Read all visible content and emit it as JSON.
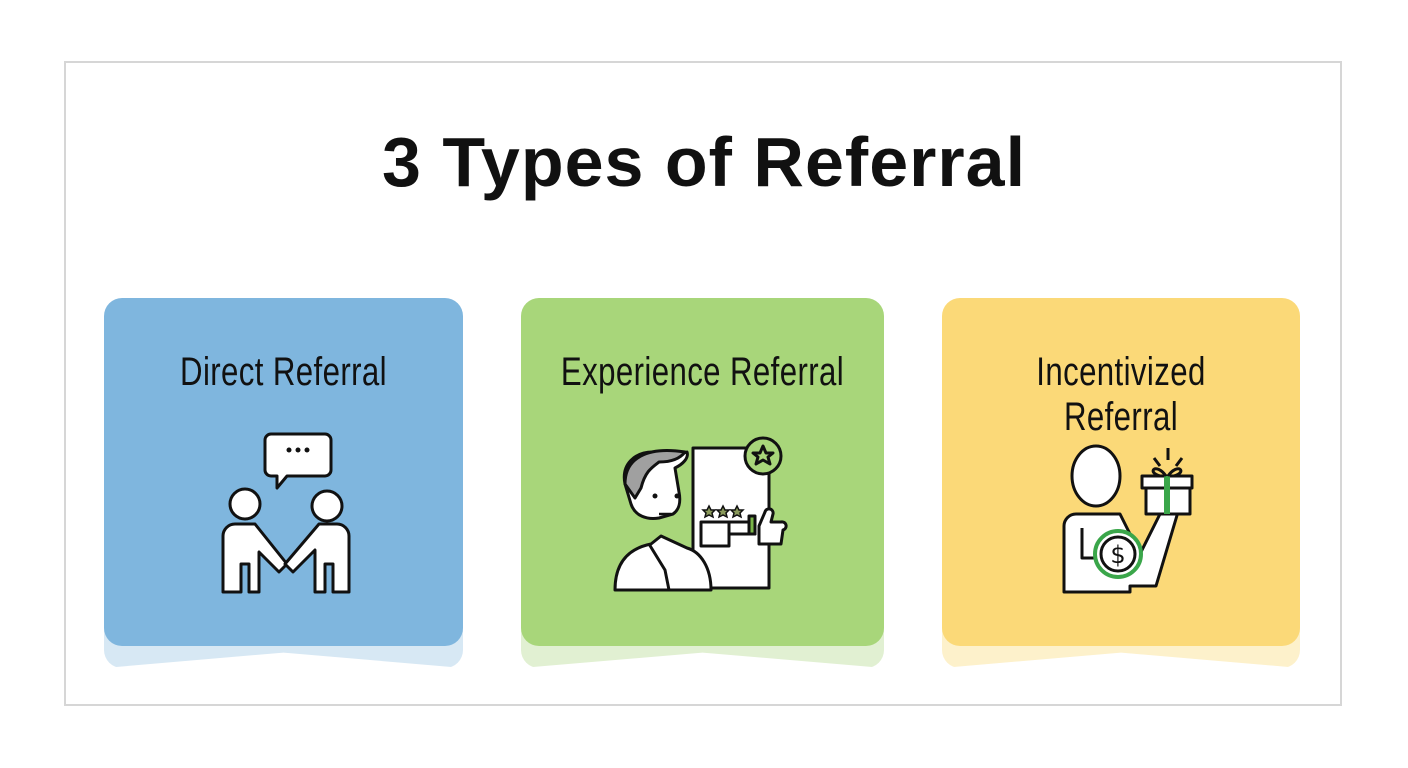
{
  "title": "3 Types of Referral",
  "cards": [
    {
      "label": "Direct Referral",
      "color": "#7fb6de",
      "shadow": "#d7e8f4",
      "icon": "handshake-conversation-icon"
    },
    {
      "label": "Experience Referral",
      "color": "#a8d67a",
      "shadow": "#e1f0d2",
      "icon": "review-rating-person-icon"
    },
    {
      "label": "Incentivized Referral",
      "color": "#fbd978",
      "shadow": "#fdf1cb",
      "icon": "reward-gift-money-icon"
    }
  ]
}
